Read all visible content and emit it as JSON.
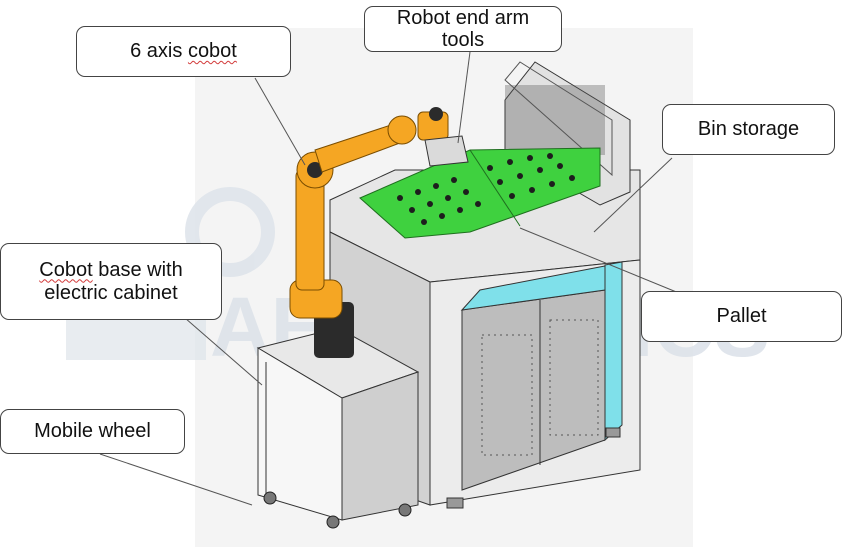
{
  "callouts": {
    "six_axis_cobot": {
      "line1": "6 axis ",
      "line1_marked": "cobot",
      "line2": ""
    },
    "end_arm_tools": {
      "line1": "Robot end arm",
      "line2": "tools"
    },
    "bin_storage": {
      "line1": "Bin storage",
      "line2": ""
    },
    "cobot_base": {
      "line1_marked": "Cobot",
      "line1": " base with",
      "line2": "electric cabinet"
    },
    "pallet": {
      "line1": "Pallet",
      "line2": ""
    },
    "mobile_wheel": {
      "line1": "Mobile wheel",
      "line2": ""
    }
  },
  "watermark": {
    "text": "AEROBOTICS"
  },
  "colors": {
    "robot_arm": "#f5a623",
    "robot_joint": "#2b2b2b",
    "pallet": "#3fd13f",
    "frame": "#dcdcdc",
    "cabinet_accent": "#7fe0ea",
    "watermark": "#dde3ea"
  }
}
